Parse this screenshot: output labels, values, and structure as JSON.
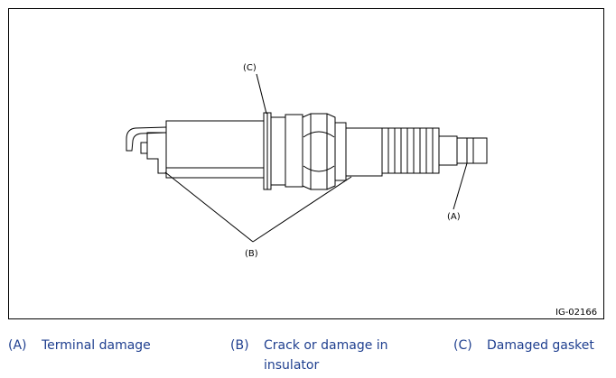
{
  "figure": {
    "figure_id": "IG-02166",
    "callouts": {
      "a": "(A)",
      "b": "(B)",
      "c": "(C)"
    }
  },
  "legend": {
    "items": [
      {
        "key": "(A)",
        "text": "Terminal damage"
      },
      {
        "key": "(B)",
        "text": "Crack or damage in insulator"
      },
      {
        "key": "(C)",
        "text": "Damaged gasket"
      }
    ]
  },
  "colors": {
    "legend_text": "#1f3f8f",
    "line_art": "#000000"
  }
}
